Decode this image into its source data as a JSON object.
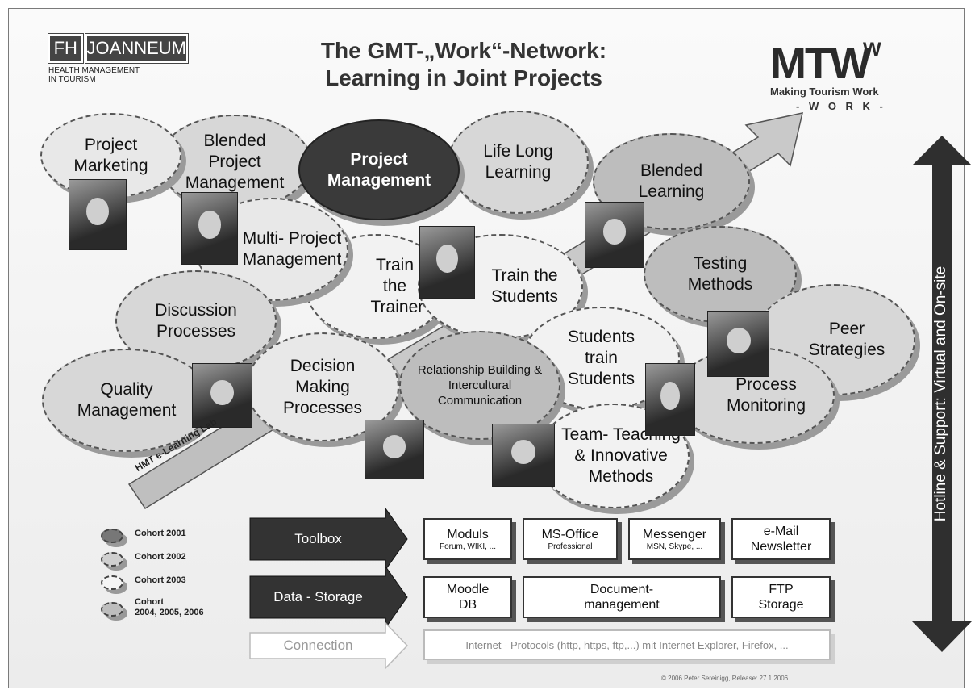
{
  "header": {
    "logo_fh": "FH",
    "logo_joanneum": "JOANNEUM",
    "logo_sub_line1": "HEALTH MANAGEMENT",
    "logo_sub_line2": "IN TOURISM",
    "title_line1": "The GMT-„Work“-Network:",
    "title_line2": "Learning in Joint Projects",
    "mtw_logo": "MTW",
    "mtw_logo_sup": "W",
    "mtw_tagline": "Making Tourism Work",
    "mtw_tagline2": "- W O R K -"
  },
  "bubbles": {
    "project_marketing": "Project Marketing",
    "blended_project_management": "Blended Project Management",
    "project_management": "Project Management",
    "life_long_learning": "Life Long Learning",
    "blended_learning": "Blended Learning",
    "multi_project_management": "Multi- Project Management",
    "train_the_trainer": "Train the Trainer",
    "train_the_students": "Train the Students",
    "testing_methods": "Testing Methods",
    "discussion_processes": "Discussion Processes",
    "peer_strategies": "Peer Strategies",
    "quality_management": "Quality Management",
    "decision_making_processes": "Decision Making Processes",
    "relationship_building": "Relationship Building & Intercultural Communication",
    "students_train_students": "Students train Students",
    "process_monitoring": "Process Monitoring",
    "team_teaching": "Team- Teaching & Innovative Methods"
  },
  "lab_label": "HMT e-Learning Lab",
  "legend": [
    {
      "label": "Cohort 2001"
    },
    {
      "label": "Cohort 2002"
    },
    {
      "label": "Cohort 2003"
    },
    {
      "label": "Cohort",
      "label2": "2004, 2005, 2006"
    }
  ],
  "rows": {
    "toolbox": "Toolbox",
    "data_storage": "Data - Storage",
    "connection": "Connection"
  },
  "toolbox_boxes": [
    {
      "title": "Moduls",
      "sub": "Forum, WIKI, ..."
    },
    {
      "title": "MS-Office",
      "sub": "Professional"
    },
    {
      "title": "Messenger",
      "sub": "MSN, Skype, ..."
    },
    {
      "title": "e-Mail",
      "sub": "Newsletter"
    }
  ],
  "storage_boxes": [
    {
      "title": "Moodle",
      "sub": "DB"
    },
    {
      "title": "Document-",
      "sub": "management"
    },
    {
      "title": "FTP",
      "sub": "Storage"
    }
  ],
  "connection_text": "Internet - Protocols (http, https, ftp,...) mit Internet Explorer, Firefox, ...",
  "side_label": "Hotline & Support: Virtual and On-site",
  "copyright": "© 2006 Peter Sereinigg, Release: 27.1.2006",
  "colors": {
    "dark": "#3a3a3a",
    "bubble_light": "#e8e8e8",
    "bubble_mid": "#d7d7d7",
    "bubble_dark": "#bdbdbd"
  }
}
